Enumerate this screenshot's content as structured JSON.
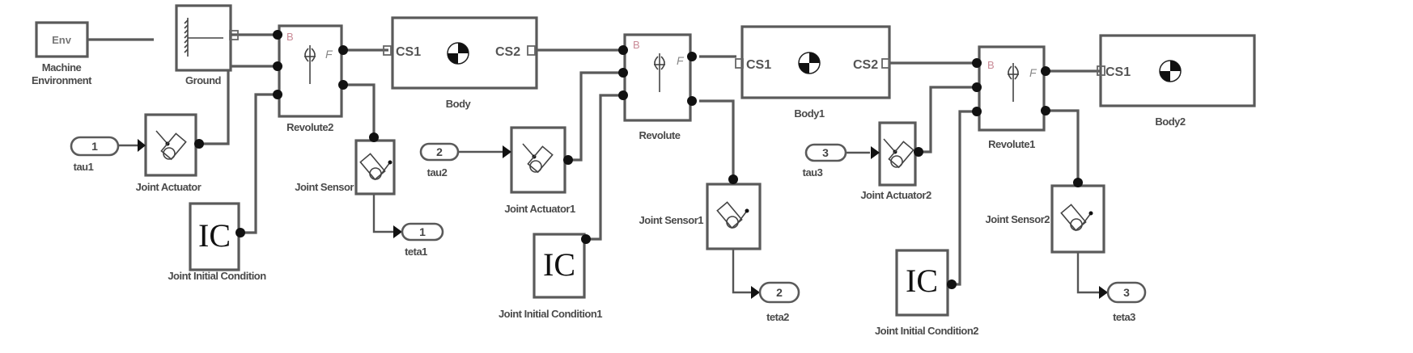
{
  "diagram": {
    "type": "simulink-simmechanics-model",
    "accent_colors": {
      "block_border": "#5a5a5a",
      "connection_dot": "#111111",
      "base_port": "#c98a96"
    }
  },
  "blocks": {
    "env": {
      "name": "Machine Environment",
      "line1": "Machine",
      "line2": "Environment",
      "text": "Env"
    },
    "ground": {
      "name": "Ground"
    },
    "revolute2": {
      "name": "Revolute2",
      "port_base": "B",
      "port_follower": "F"
    },
    "revolute": {
      "name": "Revolute",
      "port_base": "B",
      "port_follower": "F"
    },
    "revolute1": {
      "name": "Revolute1",
      "port_base": "B",
      "port_follower": "F"
    },
    "body": {
      "name": "Body",
      "cs1": "CS1",
      "cs2": "CS2"
    },
    "body1": {
      "name": "Body1",
      "cs1": "CS1",
      "cs2": "CS2"
    },
    "body2": {
      "name": "Body2",
      "cs1": "CS1"
    },
    "actuator": {
      "name": "Joint Actuator"
    },
    "actuator1": {
      "name": "Joint Actuator1"
    },
    "actuator2": {
      "name": "Joint Actuator2"
    },
    "sensor": {
      "name": "Joint Sensor"
    },
    "sensor1": {
      "name": "Joint Sensor1"
    },
    "sensor2": {
      "name": "Joint Sensor2"
    },
    "ic": {
      "name": "Joint Initial Condition",
      "text": "IC"
    },
    "ic1": {
      "name": "Joint Initial Condition1",
      "text": "IC"
    },
    "ic2": {
      "name": "Joint Initial Condition2",
      "text": "IC"
    },
    "inport1": {
      "name": "tau1",
      "number": "1"
    },
    "inport2": {
      "name": "tau2",
      "number": "2"
    },
    "inport3": {
      "name": "tau3",
      "number": "3"
    },
    "outport1": {
      "name": "teta1",
      "number": "1"
    },
    "outport2": {
      "name": "teta2",
      "number": "2"
    },
    "outport3": {
      "name": "teta3",
      "number": "3"
    }
  }
}
